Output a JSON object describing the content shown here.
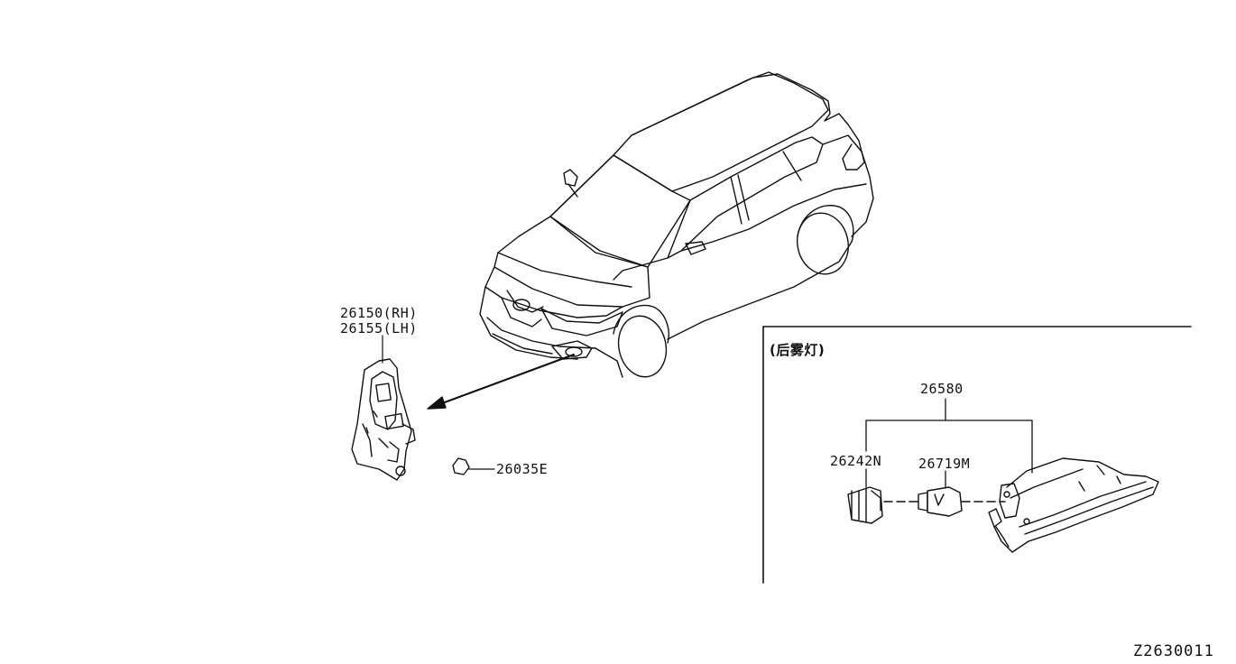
{
  "diagram": {
    "drawing_code": "Z2630011",
    "main_labels": {
      "front_lamp_rh": "26150(RH)",
      "front_lamp_lh": "26155(LH)",
      "screw": "26035E"
    },
    "inset": {
      "title": "(后雾灯)",
      "assembly": "26580",
      "socket": "26242N",
      "bulb": "26719M"
    }
  }
}
